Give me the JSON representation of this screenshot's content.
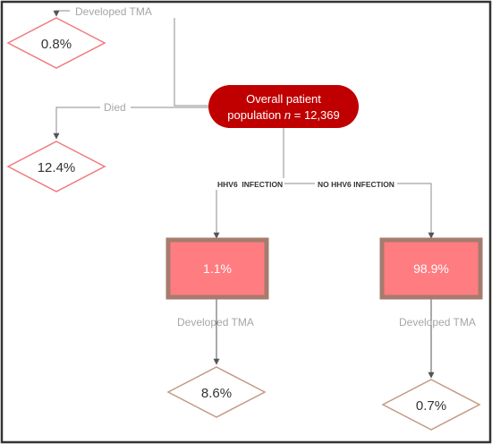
{
  "diagram": {
    "root": {
      "line1": "Overall patient",
      "line2_prefix": "population ",
      "line2_italic": "n",
      "line2_suffix": " = 12,369"
    },
    "outcomes": {
      "overall_tma": {
        "label": "Developed TMA",
        "value": "0.8%"
      },
      "died": {
        "label": "Died",
        "value": "12.4%"
      }
    },
    "branches": {
      "hhv6": {
        "label": "HHV6  INFECTION",
        "share": "1.1%",
        "tma_label": "Developed TMA",
        "tma_value": "8.6%"
      },
      "no_hhv6": {
        "label": "NO HHV6 INFECTION",
        "share": "98.9%",
        "tma_label": "Developed TMA",
        "tma_value": "0.7%"
      }
    },
    "colors": {
      "root_fill": "#C00000",
      "box_fill": "#FF7C80",
      "box_border": "#A67B6E",
      "diamond_pink": "#F07A7E",
      "diamond_brown": "#C49A86",
      "connector": "#8C8C8C",
      "arrow": "#555555",
      "muted_text": "#A6A6A6",
      "frame": "#333333"
    }
  }
}
